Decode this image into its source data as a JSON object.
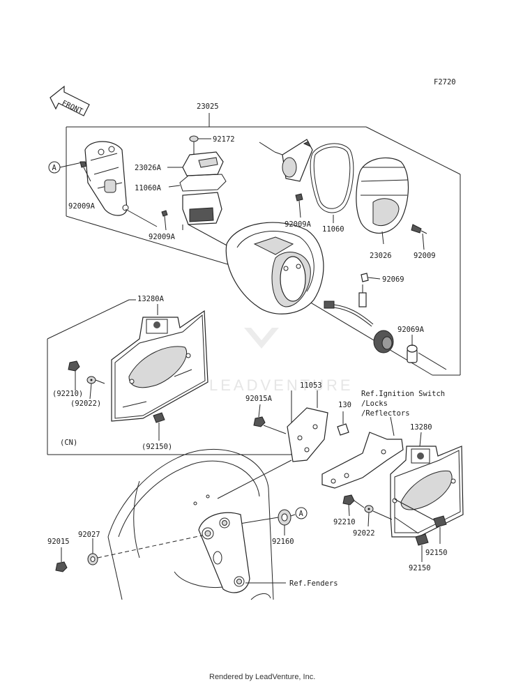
{
  "diagram": {
    "figure_code": "F2720",
    "front_label": "FRONT",
    "watermark": "LEADVENTURE",
    "footer": "Rendered by LeadVenture, Inc.",
    "labels": {
      "p23025": "23025",
      "p92172": "92172",
      "p23026A": "23026A",
      "p11060A": "11060A",
      "p92009A_left": "92009A",
      "p92009A_mid": "92009A",
      "p92009A_right": "92009A",
      "p11060": "11060",
      "p23026": "23026",
      "p92009": "92009",
      "p92069": "92069",
      "p92069A": "92069A",
      "p13280A": "13280A",
      "p92210_cn": "(92210)",
      "p92022_cn": "(92022)",
      "p92150_cn": "(92150)",
      "cn": "(CN)",
      "p11053": "11053",
      "p92015A": "92015A",
      "p130": "130",
      "ref_ignition_1": "Ref.Ignition Switch",
      "ref_ignition_2": "/Locks",
      "ref_ignition_3": "/Reflectors",
      "p13280": "13280",
      "p92210": "92210",
      "p92022": "92022",
      "p92150_a": "92150",
      "p92150_b": "92150",
      "p92160": "92160",
      "p92015": "92015",
      "p92027": "92027",
      "ref_fenders": "Ref.Fenders",
      "circle_a_1": "A",
      "circle_a_2": "A"
    }
  }
}
